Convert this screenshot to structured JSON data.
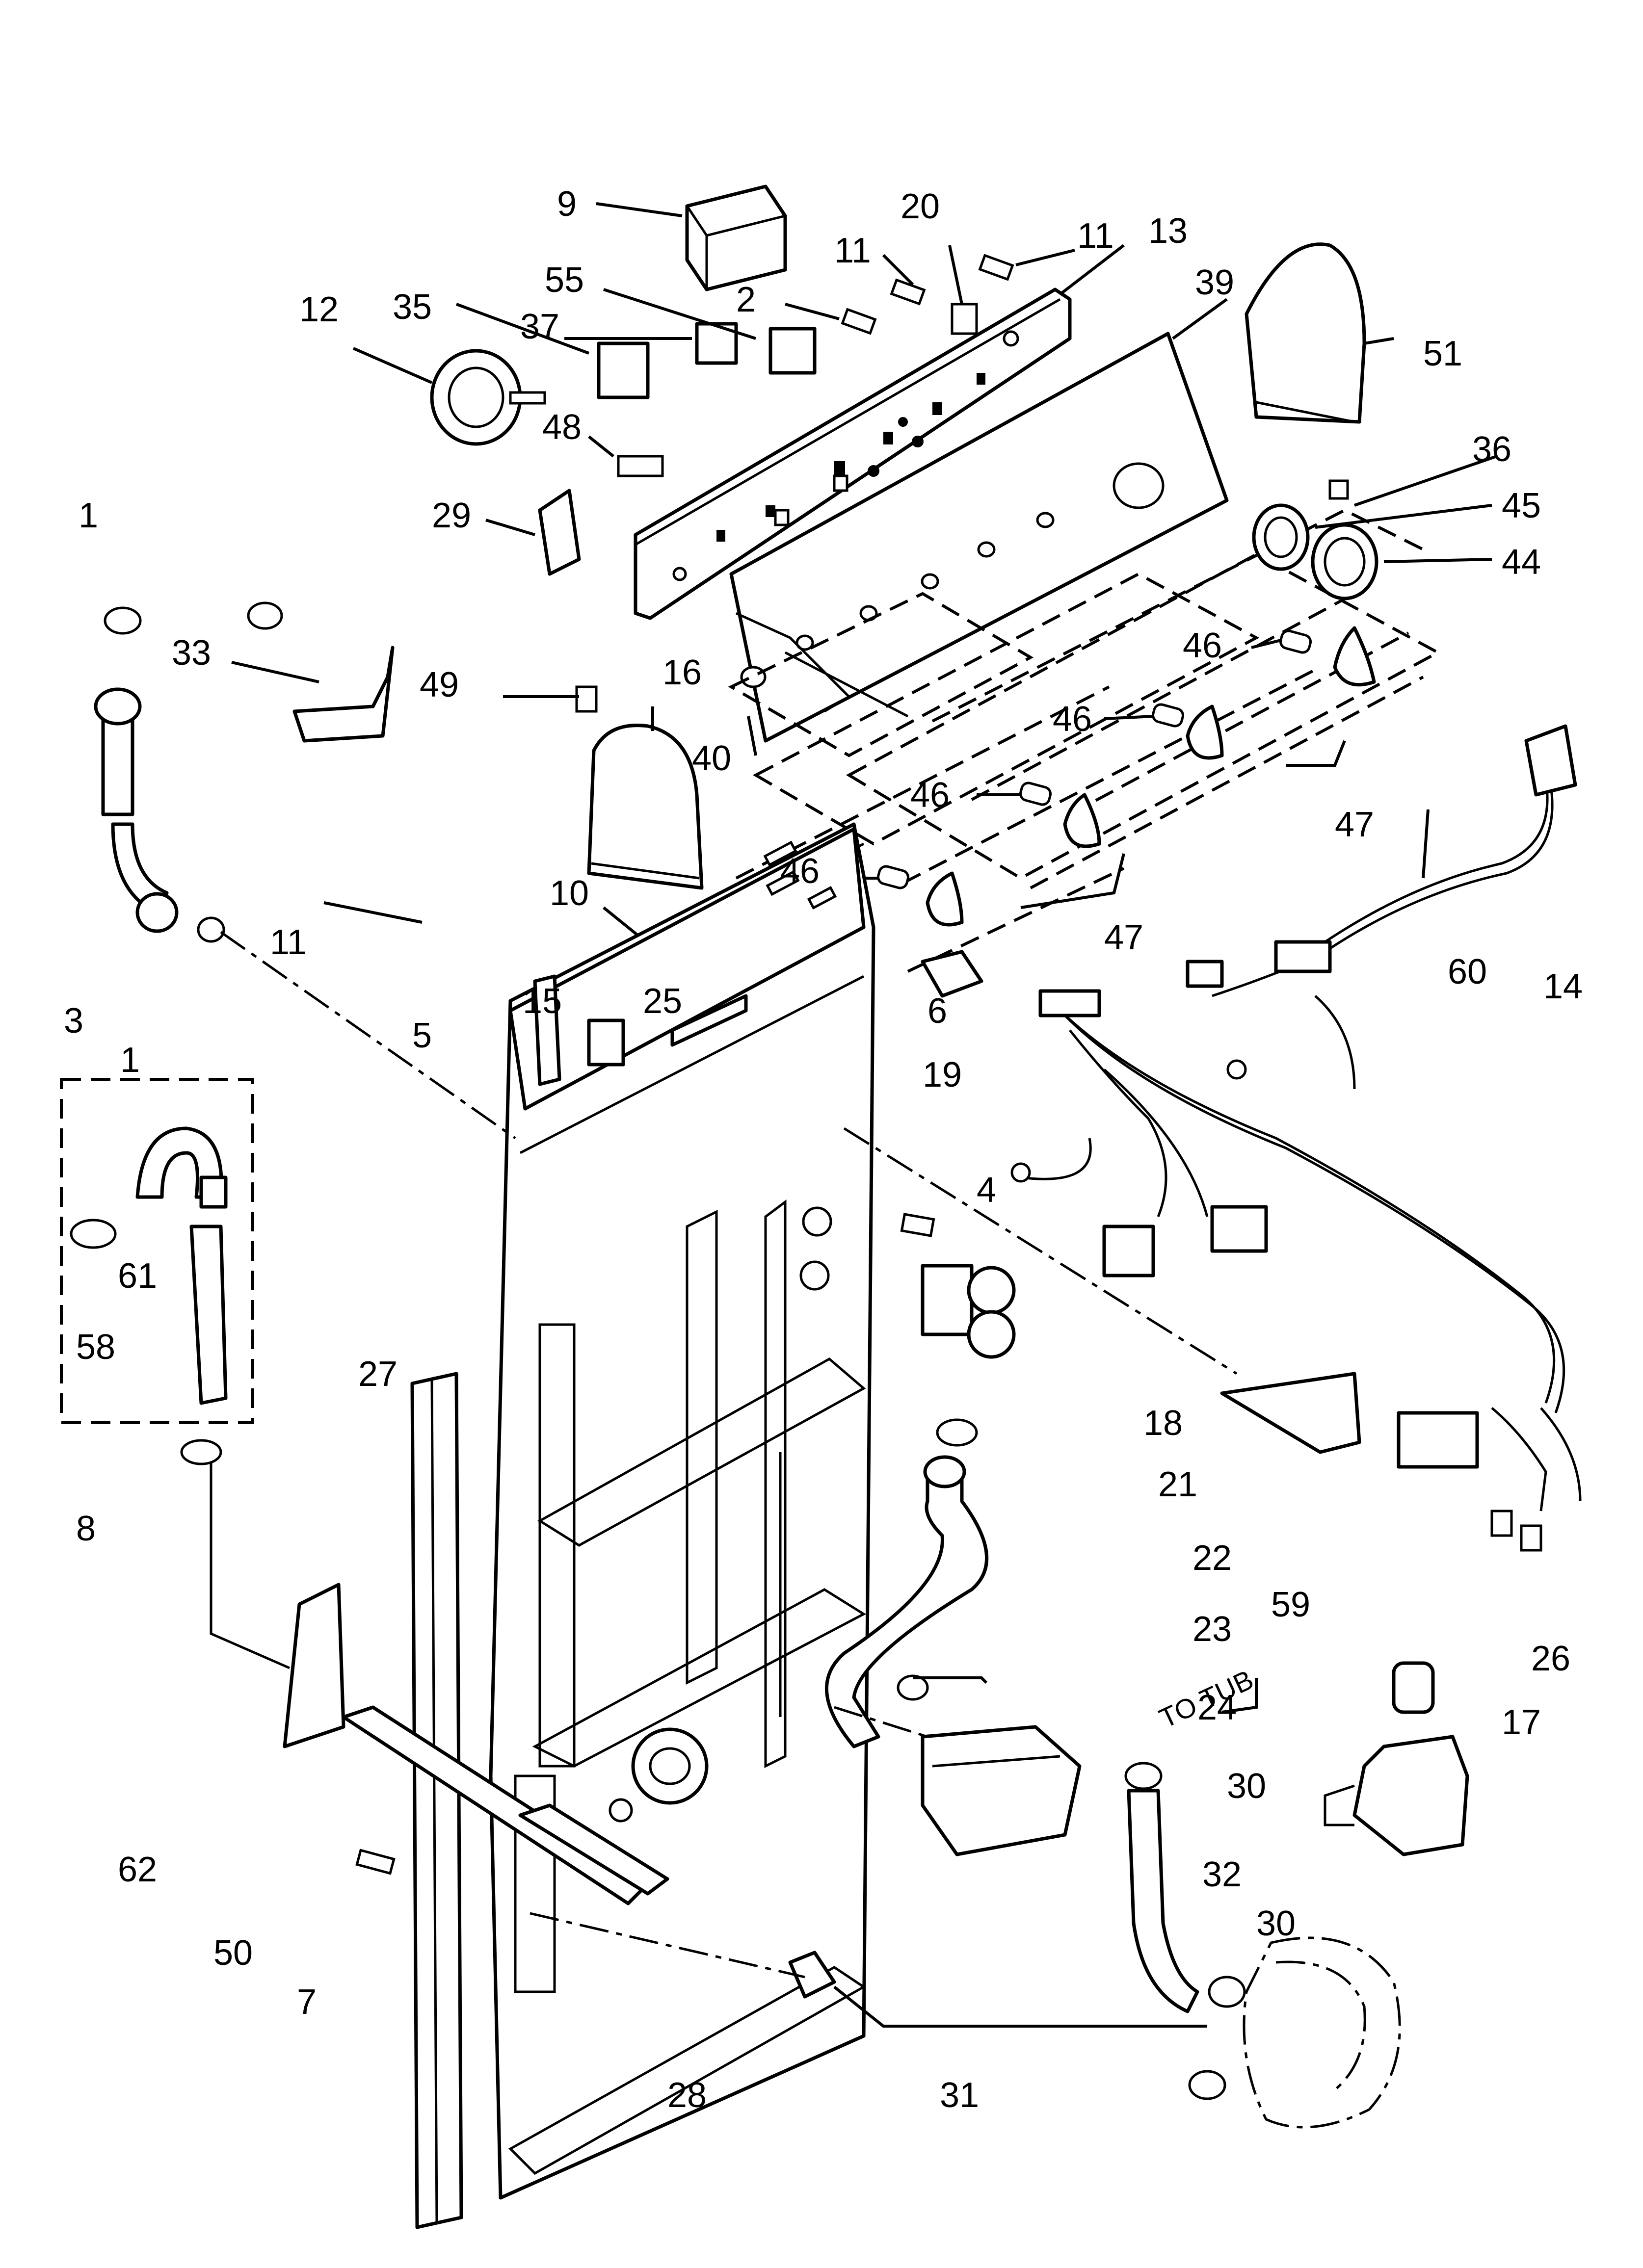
{
  "callouts": [
    {
      "id": "c1a",
      "text": "1"
    },
    {
      "id": "c1b",
      "text": "1"
    },
    {
      "id": "c2",
      "text": "2"
    },
    {
      "id": "c3",
      "text": "3"
    },
    {
      "id": "c4",
      "text": "4"
    },
    {
      "id": "c5",
      "text": "5"
    },
    {
      "id": "c6",
      "text": "6"
    },
    {
      "id": "c7",
      "text": "7"
    },
    {
      "id": "c8",
      "text": "8"
    },
    {
      "id": "c9",
      "text": "9"
    },
    {
      "id": "c10",
      "text": "10"
    },
    {
      "id": "c11a",
      "text": "11"
    },
    {
      "id": "c11b",
      "text": "11"
    },
    {
      "id": "c11c",
      "text": "11"
    },
    {
      "id": "c12",
      "text": "12"
    },
    {
      "id": "c13",
      "text": "13"
    },
    {
      "id": "c14",
      "text": "14"
    },
    {
      "id": "c15",
      "text": "15"
    },
    {
      "id": "c16",
      "text": "16"
    },
    {
      "id": "c17",
      "text": "17"
    },
    {
      "id": "c18",
      "text": "18"
    },
    {
      "id": "c19",
      "text": "19"
    },
    {
      "id": "c20",
      "text": "20"
    },
    {
      "id": "c21",
      "text": "21"
    },
    {
      "id": "c22",
      "text": "22"
    },
    {
      "id": "c23",
      "text": "23"
    },
    {
      "id": "c24",
      "text": "24"
    },
    {
      "id": "c25",
      "text": "25"
    },
    {
      "id": "c26",
      "text": "26"
    },
    {
      "id": "c27",
      "text": "27"
    },
    {
      "id": "c28",
      "text": "28"
    },
    {
      "id": "c29",
      "text": "29"
    },
    {
      "id": "c30a",
      "text": "30"
    },
    {
      "id": "c30b",
      "text": "30"
    },
    {
      "id": "c31",
      "text": "31"
    },
    {
      "id": "c32",
      "text": "32"
    },
    {
      "id": "c33",
      "text": "33"
    },
    {
      "id": "c35",
      "text": "35"
    },
    {
      "id": "c36",
      "text": "36"
    },
    {
      "id": "c37",
      "text": "37"
    },
    {
      "id": "c39",
      "text": "39"
    },
    {
      "id": "c40",
      "text": "40"
    },
    {
      "id": "c44",
      "text": "44"
    },
    {
      "id": "c45",
      "text": "45"
    },
    {
      "id": "c46a",
      "text": "46"
    },
    {
      "id": "c46b",
      "text": "46"
    },
    {
      "id": "c46c",
      "text": "46"
    },
    {
      "id": "c46d",
      "text": "46"
    },
    {
      "id": "c47a",
      "text": "47"
    },
    {
      "id": "c47b",
      "text": "47"
    },
    {
      "id": "c48",
      "text": "48"
    },
    {
      "id": "c49",
      "text": "49"
    },
    {
      "id": "c50",
      "text": "50"
    },
    {
      "id": "c51",
      "text": "51"
    },
    {
      "id": "c55",
      "text": "55"
    },
    {
      "id": "c58",
      "text": "58"
    },
    {
      "id": "c59",
      "text": "59"
    },
    {
      "id": "c60",
      "text": "60"
    },
    {
      "id": "c61",
      "text": "61"
    },
    {
      "id": "c62",
      "text": "62"
    }
  ],
  "annotations": {
    "to_tub": "TO TUB"
  }
}
